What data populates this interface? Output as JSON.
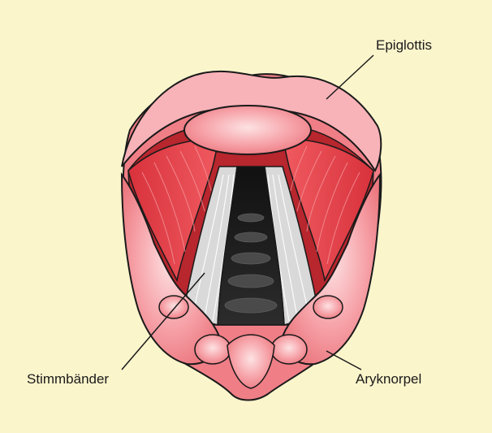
{
  "labels": {
    "epiglottis": "Epiglottis",
    "stimmbaender": "Stimmbänder",
    "aryknorpel": "Aryknorpel"
  },
  "colors": {
    "background": "#fbf5cc",
    "tissue": "#f07e86",
    "tissue_light": "#f8b3b8",
    "muscle": "#e8474f",
    "cord": "#d8d8d8",
    "airway": "#1e1e1e",
    "outline": "#1a1a1a"
  }
}
